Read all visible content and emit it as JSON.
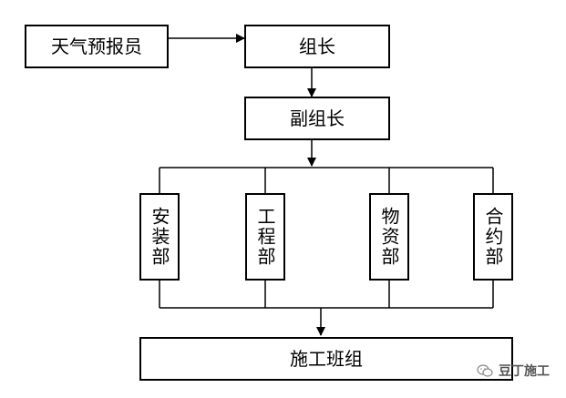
{
  "nodes": {
    "forecaster": "天气预报员",
    "leader": "组长",
    "deputy": "副组长",
    "safety": "安装部",
    "engineering": "工程部",
    "materials": "物资部",
    "contracts": "合约部",
    "team": "施工班组"
  },
  "watermark": {
    "icon": "wechat-icon",
    "text": "豆丁施工"
  }
}
